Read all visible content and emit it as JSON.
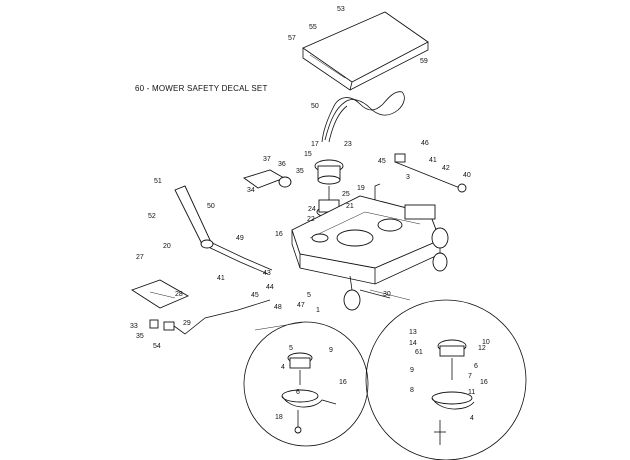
{
  "decal_note": "60 - MOWER SAFETY DECAL SET",
  "callouts": [
    "53",
    "55",
    "57",
    "59",
    "50",
    "17",
    "23",
    "15",
    "37",
    "36",
    "35",
    "34",
    "25",
    "24",
    "21",
    "22",
    "19",
    "3",
    "45",
    "46",
    "41",
    "42",
    "40",
    "51",
    "52",
    "50",
    "49",
    "16",
    "20",
    "27",
    "28",
    "41",
    "43",
    "44",
    "45",
    "48",
    "47",
    "5",
    "1",
    "30",
    "33",
    "35",
    "54",
    "29",
    "13",
    "14",
    "61",
    "10",
    "6",
    "9",
    "8",
    "16",
    "7",
    "12",
    "4",
    "11",
    "9",
    "5",
    "4",
    "6",
    "18",
    "16"
  ]
}
